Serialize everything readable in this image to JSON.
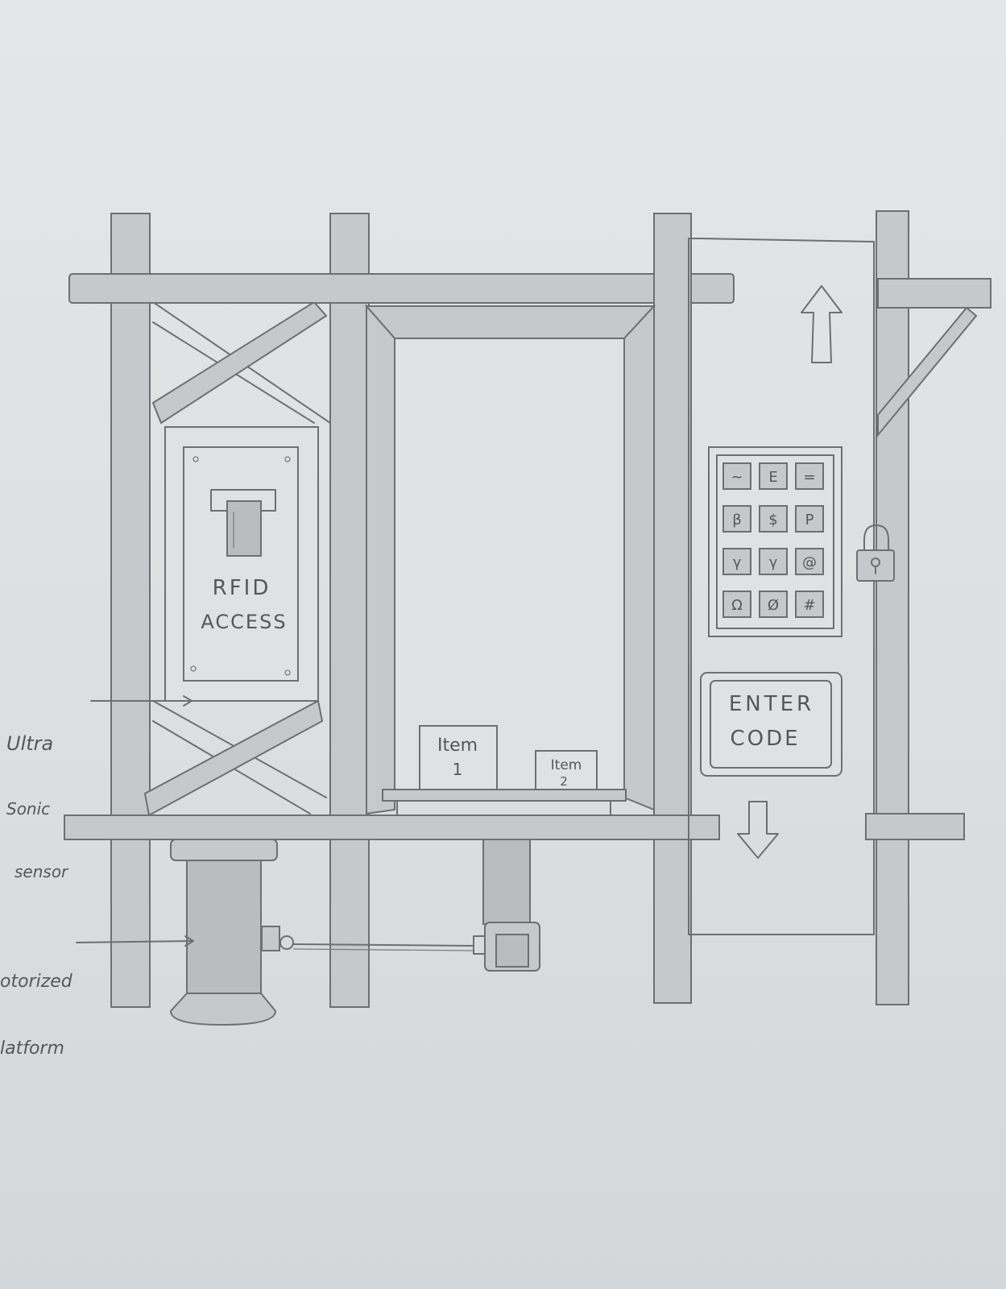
{
  "panels": {
    "rfid": {
      "line1": "RFID",
      "line2": "ACCESS"
    },
    "enter_code": {
      "line1": "ENTER",
      "line2": "CODE"
    }
  },
  "items": [
    {
      "line1": "Item",
      "line2": "1"
    },
    {
      "line1": "Item",
      "line2": "2"
    }
  ],
  "keypad": {
    "keys": [
      "~",
      "E",
      "=",
      "β",
      "$",
      "P",
      "γ",
      "γ",
      "@",
      "Ω",
      "Ø",
      "#"
    ]
  },
  "labels": {
    "ultrasonic": {
      "line1": "Ultra",
      "line2": "Sonic",
      "line3": "sensor"
    },
    "motorized": {
      "line1": "otorized",
      "line2": "latform"
    }
  },
  "icons": {
    "up": "up-arrow-icon",
    "down": "down-arrow-icon",
    "lock": "padlock-icon"
  }
}
